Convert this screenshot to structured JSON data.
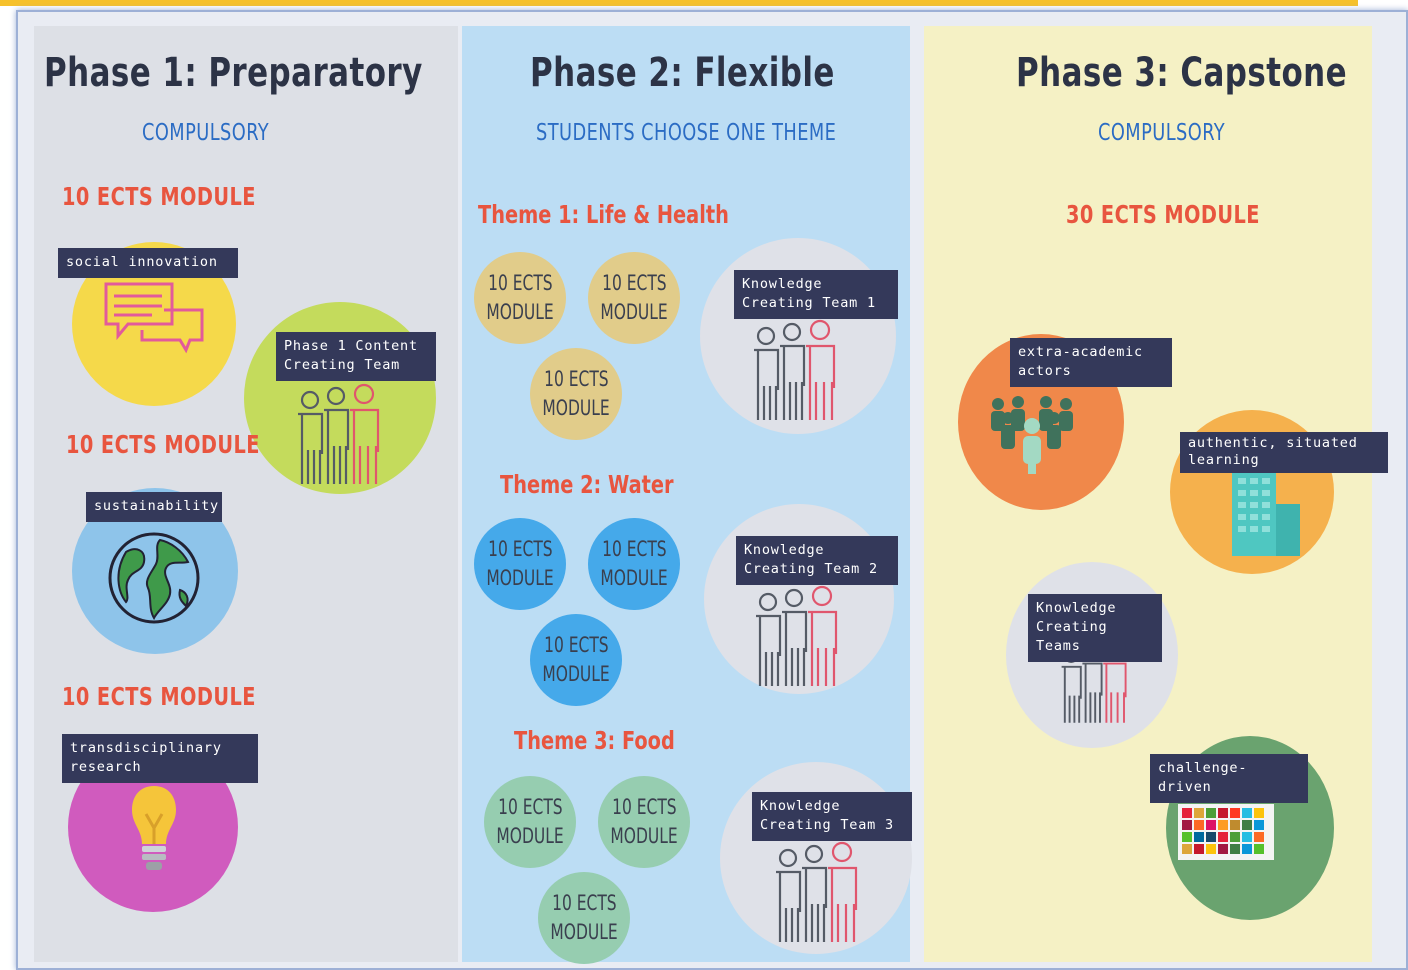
{
  "phase1": {
    "title": "Phase 1: Preparatory",
    "subtitle": "COMPULSORY",
    "modules": [
      {
        "heading": "10 ECTS MODULE",
        "tag": "social innovation",
        "icon": "speech-bubbles-icon",
        "color": "#f5d94a"
      },
      {
        "heading": "10 ECTS MODULE",
        "tag": "sustainability",
        "icon": "globe-icon",
        "color": "#8ec4ea"
      },
      {
        "heading": "10 ECTS MODULE",
        "tag": "transdisciplinary research",
        "icon": "lightbulb-icon",
        "color": "#d05bbe"
      }
    ],
    "content_team": {
      "tag": "Phase 1 Content\nCreating Team",
      "icon": "people-group-icon",
      "color": "#c4db5c"
    }
  },
  "phase2": {
    "title": "Phase 2: Flexible",
    "subtitle": "STUDENTS CHOOSE ONE THEME",
    "module_label": {
      "line1": "10 ECTS",
      "line2": "MODULE"
    },
    "themes": [
      {
        "title": "Theme 1: Life & Health",
        "team": "Knowledge\nCreating Team 1",
        "color": "#e1cc8a"
      },
      {
        "title": "Theme 2: Water",
        "team": "Knowledge\nCreating Team 2",
        "color": "#45a9ea"
      },
      {
        "title": "Theme 3: Food",
        "team": "Knowledge\nCreating Team 3",
        "color": "#96cdb0"
      }
    ]
  },
  "phase3": {
    "title": "Phase 3: Capstone",
    "subtitle": "COMPULSORY",
    "module": "30 ECTS MODULE",
    "items": [
      {
        "tag": "extra-academic actors",
        "icon": "crowd-icon",
        "color": "#f0884a"
      },
      {
        "tag": "authentic, situated\nlearning",
        "icon": "building-icon",
        "color": "#f5b14d"
      },
      {
        "tag": "Knowledge\nCreating Teams",
        "icon": "people-group-icon",
        "color": "#dfe1e8"
      },
      {
        "tag": "challenge-driven",
        "icon": "sdg-grid-icon",
        "color": "#6aa36f"
      }
    ]
  }
}
